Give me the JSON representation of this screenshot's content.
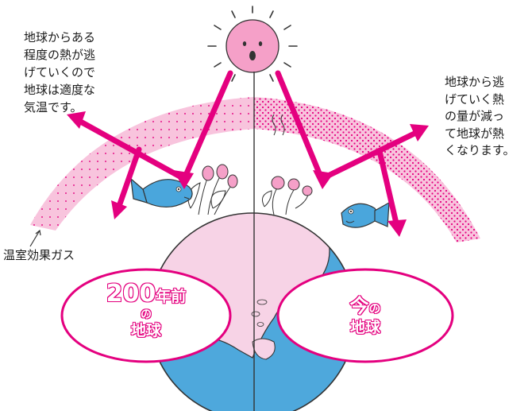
{
  "captions": {
    "left": "地球からある\n程度の熱が逃\nげていくので\n地球は適度な\n気温です。",
    "right": "地球から逃\nげていく熱\nの量が減っ\nて地球が熱\nくなります。",
    "gas": "温室効果ガス"
  },
  "labels": {
    "past_number": "200",
    "past_suffix": "年前",
    "past_no": "の",
    "past_earth": "地球",
    "now_ima": "今",
    "now_no": "の",
    "now_earth": "地球"
  },
  "icons": [
    "sun-icon",
    "fish-icon",
    "flower-icon",
    "earth-globe",
    "arrow-icon",
    "greenhouse-gas-band"
  ],
  "colors": {
    "magenta": "#e4007f",
    "gas_band": "#f8c4dd",
    "ocean": "#4ea8dc",
    "land": "#f7d3e6",
    "sun": "#f5a0c8",
    "fish": "#4aa6dc"
  }
}
